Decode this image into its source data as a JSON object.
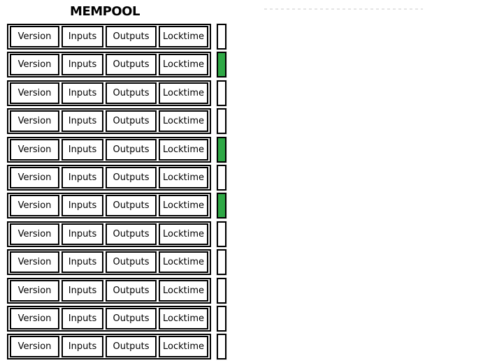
{
  "title": "MEMPOOL",
  "colors": {
    "highlight_green": "#2ea845",
    "border": "#000000",
    "dashed_line": "#e4e4e4",
    "background": "#ffffff"
  },
  "field_labels": [
    "Version",
    "Inputs",
    "Outputs",
    "Locktime"
  ],
  "rows": [
    {
      "cells": [
        "Version",
        "Inputs",
        "Outputs",
        "Locktime"
      ],
      "status_filled": false
    },
    {
      "cells": [
        "Version",
        "Inputs",
        "Outputs",
        "Locktime"
      ],
      "status_filled": true
    },
    {
      "cells": [
        "Version",
        "Inputs",
        "Outputs",
        "Locktime"
      ],
      "status_filled": false
    },
    {
      "cells": [
        "Version",
        "Inputs",
        "Outputs",
        "Locktime"
      ],
      "status_filled": false
    },
    {
      "cells": [
        "Version",
        "Inputs",
        "Outputs",
        "Locktime"
      ],
      "status_filled": true
    },
    {
      "cells": [
        "Version",
        "Inputs",
        "Outputs",
        "Locktime"
      ],
      "status_filled": false
    },
    {
      "cells": [
        "Version",
        "Inputs",
        "Outputs",
        "Locktime"
      ],
      "status_filled": true
    },
    {
      "cells": [
        "Version",
        "Inputs",
        "Outputs",
        "Locktime"
      ],
      "status_filled": false
    },
    {
      "cells": [
        "Version",
        "Inputs",
        "Outputs",
        "Locktime"
      ],
      "status_filled": false
    },
    {
      "cells": [
        "Version",
        "Inputs",
        "Outputs",
        "Locktime"
      ],
      "status_filled": false
    },
    {
      "cells": [
        "Version",
        "Inputs",
        "Outputs",
        "Locktime"
      ],
      "status_filled": false
    },
    {
      "cells": [
        "Version",
        "Inputs",
        "Outputs",
        "Locktime"
      ],
      "status_filled": false
    }
  ]
}
